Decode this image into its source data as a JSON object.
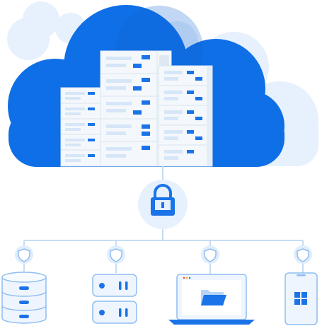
{
  "colors": {
    "cloud_blue": "#0f6fe6",
    "cloud_blue_dark": "#0a5fd0",
    "cloud_pale": "#e7f1fd",
    "line_blue": "#c6dcf4",
    "accent_blue": "#1a73e8",
    "stroke_blue": "#8fbdf0",
    "device_fill": "#eef5fe",
    "server_face": "#f4f8fc",
    "server_line": "#d8e3ee"
  },
  "icons": {
    "cloud": "cloud-icon",
    "servers": "server-rack-icon",
    "lock": "padlock-icon",
    "shield": "shield-icon",
    "database": "database-icon",
    "server_unit": "server-unit-icon",
    "laptop": "laptop-icon",
    "folder": "folder-icon",
    "phone": "smartphone-icon",
    "windows": "windows-logo-icon"
  },
  "endpoints": [
    {
      "name": "database",
      "icon": "database-icon"
    },
    {
      "name": "server",
      "icon": "server-unit-icon"
    },
    {
      "name": "laptop",
      "icon": "laptop-icon"
    },
    {
      "name": "phone",
      "icon": "smartphone-icon"
    }
  ]
}
